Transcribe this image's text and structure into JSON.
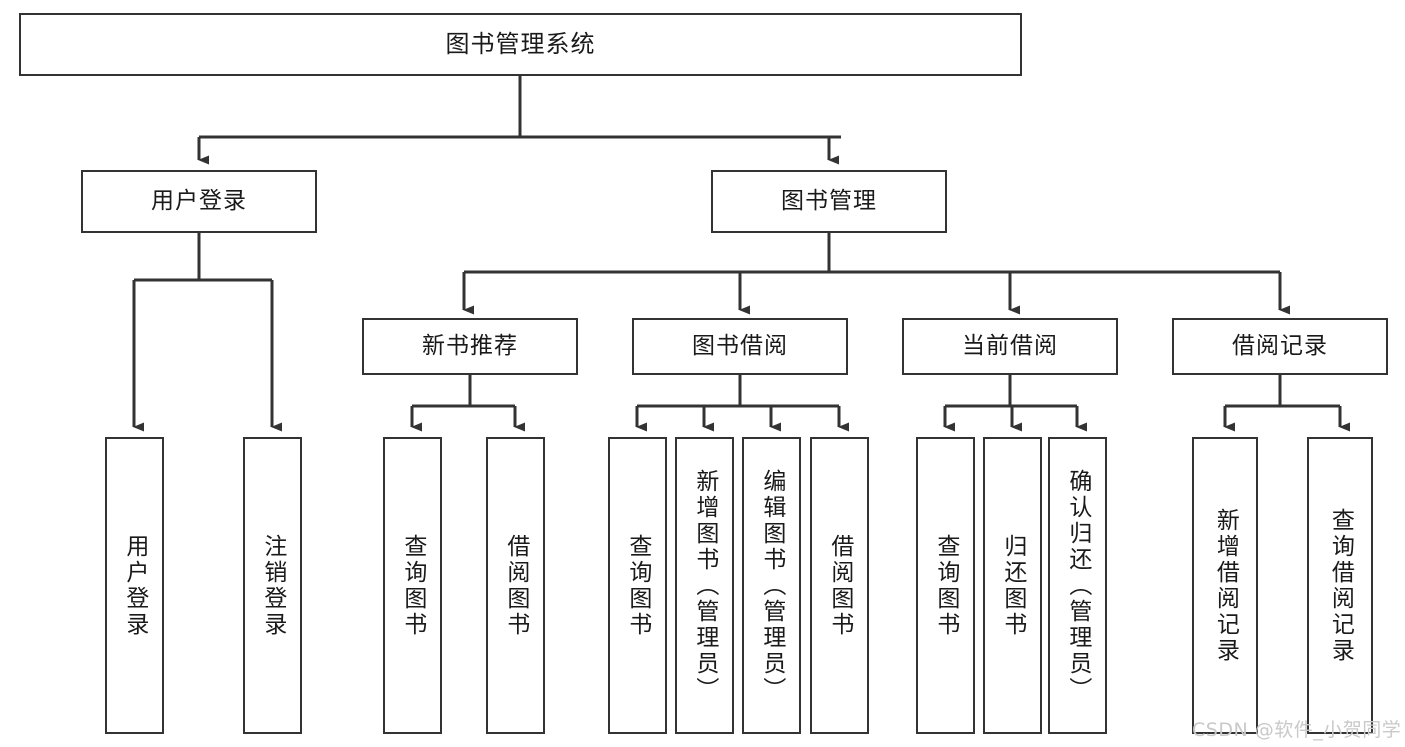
{
  "diagram": {
    "title": "图书管理系统",
    "watermark": "CSDN @软件_小贺同学",
    "colors": {
      "stroke": "#333333",
      "background": "#ffffff",
      "text": "#1a1a1a",
      "watermark": "#c9c9c9"
    },
    "root": {
      "label": "图书管理系统"
    },
    "level1": [
      {
        "label": "用户登录"
      },
      {
        "label": "图书管理"
      }
    ],
    "level2": [
      {
        "label": "新书推荐"
      },
      {
        "label": "图书借阅"
      },
      {
        "label": "当前借阅"
      },
      {
        "label": "借阅记录"
      }
    ],
    "leaves": {
      "user_login": [
        {
          "label": "用户登录"
        },
        {
          "label": "注销登录"
        }
      ],
      "new_book_recommend": [
        {
          "label": "查询图书"
        },
        {
          "label": "借阅图书"
        }
      ],
      "book_borrow": [
        {
          "label": "查询图书"
        },
        {
          "label": "新增图书（管理员）"
        },
        {
          "label": "编辑图书（管理员）"
        },
        {
          "label": "借阅图书"
        }
      ],
      "current_borrow": [
        {
          "label": "查询图书"
        },
        {
          "label": "归还图书"
        },
        {
          "label": "确认归还（管理员）"
        }
      ],
      "borrow_record": [
        {
          "label": "新增借阅记录"
        },
        {
          "label": "查询借阅记录"
        }
      ]
    }
  }
}
